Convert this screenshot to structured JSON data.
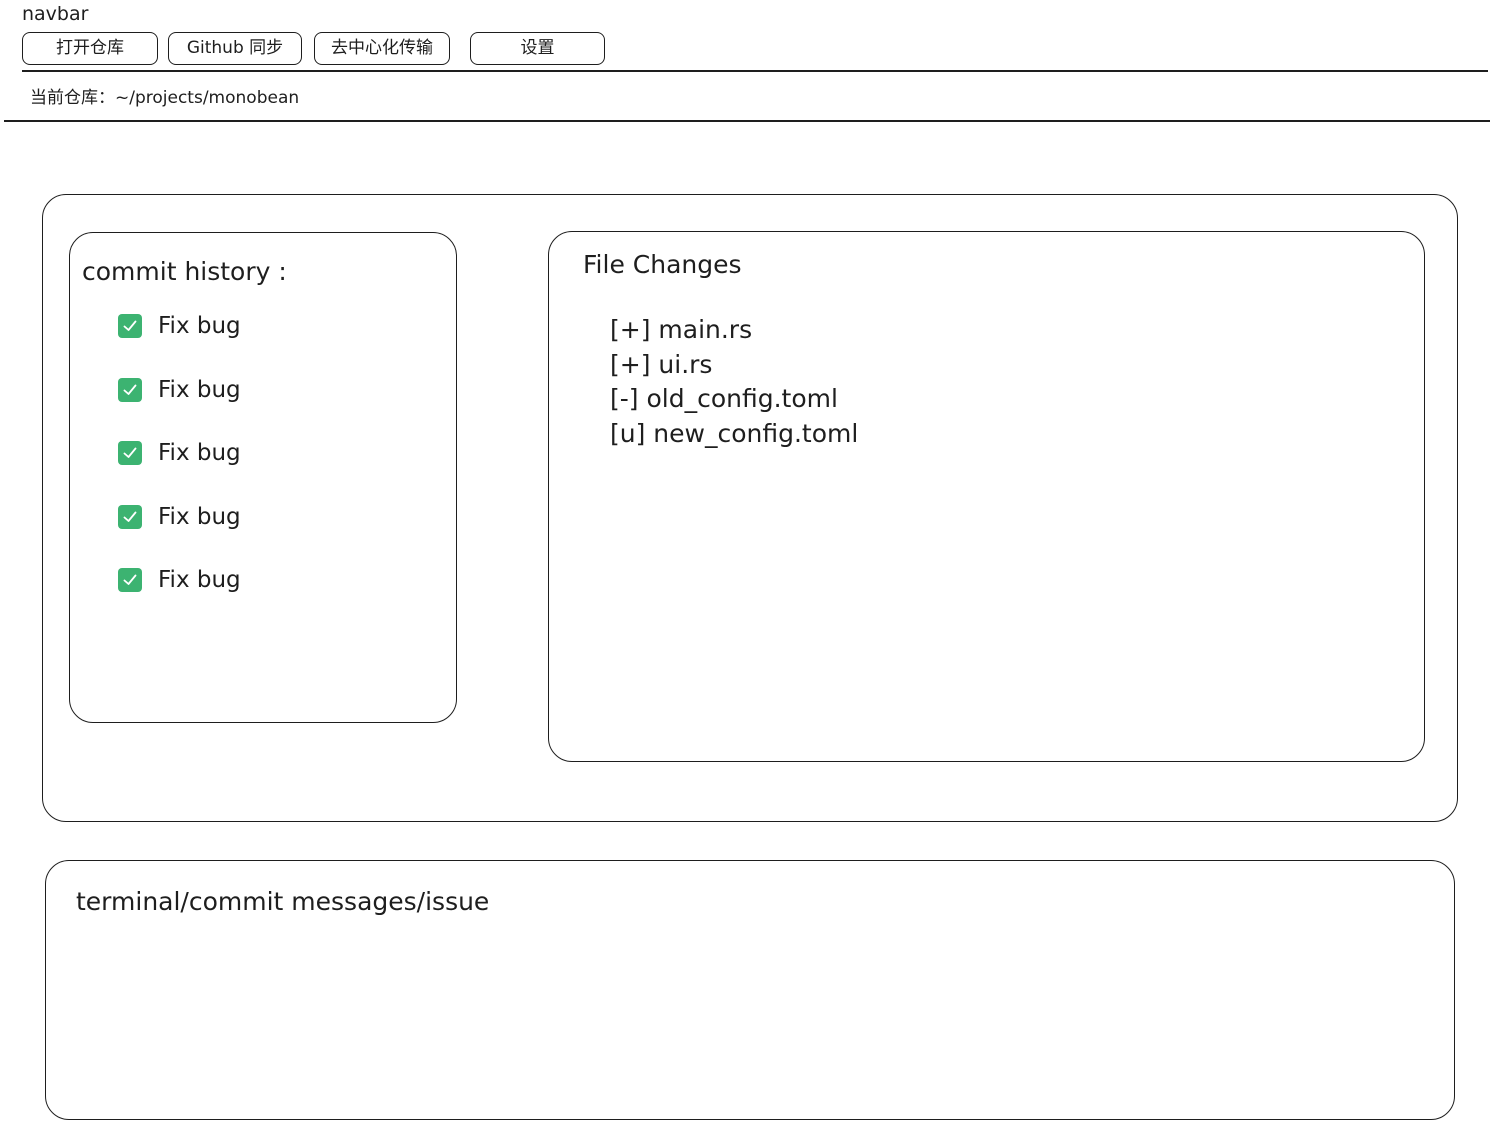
{
  "navbar": {
    "title": "navbar",
    "buttons": [
      {
        "label": "打开仓库"
      },
      {
        "label": "Github 同步"
      },
      {
        "label": "去中心化传输"
      },
      {
        "label": "设置"
      }
    ]
  },
  "repo": {
    "path_label": "当前仓库：~/projects/monobean"
  },
  "commit_history": {
    "title": "commit history :",
    "items": [
      {
        "label": "Fix bug",
        "checked": true
      },
      {
        "label": "Fix bug",
        "checked": true
      },
      {
        "label": "Fix bug",
        "checked": true
      },
      {
        "label": "Fix bug",
        "checked": true
      },
      {
        "label": "Fix bug",
        "checked": true
      }
    ]
  },
  "file_changes": {
    "title": "File Changes",
    "files": [
      {
        "label": "[+] main.rs"
      },
      {
        "label": "[+] ui.rs"
      },
      {
        "label": "[-] old_config.toml"
      },
      {
        "label": "[u] new_config.toml"
      }
    ]
  },
  "terminal": {
    "title": "terminal/commit messages/issue"
  },
  "colors": {
    "stroke": "#1e1e1e",
    "check": "#3cb371"
  }
}
